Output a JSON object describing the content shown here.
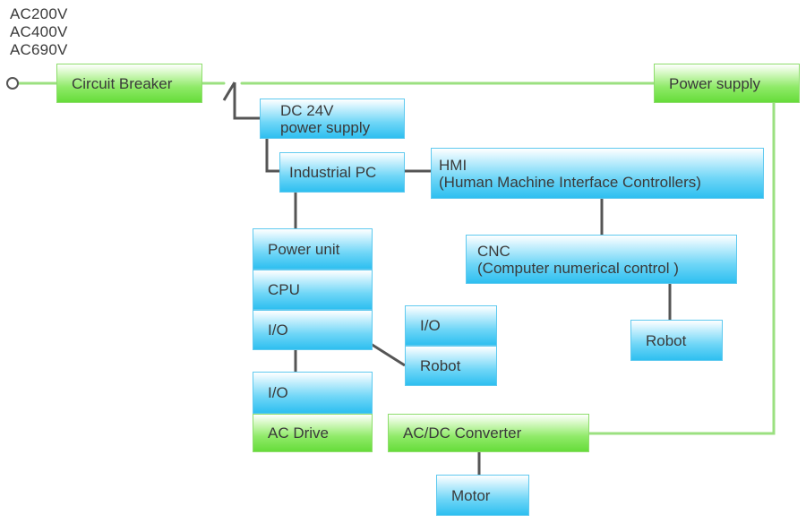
{
  "input_voltages": [
    "AC200V",
    "AC400V",
    "AC690V"
  ],
  "nodes": {
    "circuit_breaker": "Circuit Breaker",
    "power_supply": "Power supply",
    "dc24v_power_supply": [
      "DC 24V",
      "power supply"
    ],
    "industrial_pc": "Industrial PC",
    "hmi": [
      "HMI",
      "(Human Machine Interface Controllers)"
    ],
    "cnc": [
      "CNC",
      "(Computer numerical control )"
    ],
    "robot_cnc": "Robot",
    "plc_power_unit": "Power unit",
    "plc_cpu": "CPU",
    "plc_io": "I/O",
    "remote_io": "I/O",
    "remote_robot": "Robot",
    "io_lower": "I/O",
    "ac_drive": "AC Drive",
    "ac_dc_converter": "AC/DC Converter",
    "motor": "Motor"
  },
  "colors": {
    "control_blue": "#2ebff0",
    "power_green": "#66dc3a",
    "power_line": "#9be080",
    "control_line": "#555555"
  }
}
